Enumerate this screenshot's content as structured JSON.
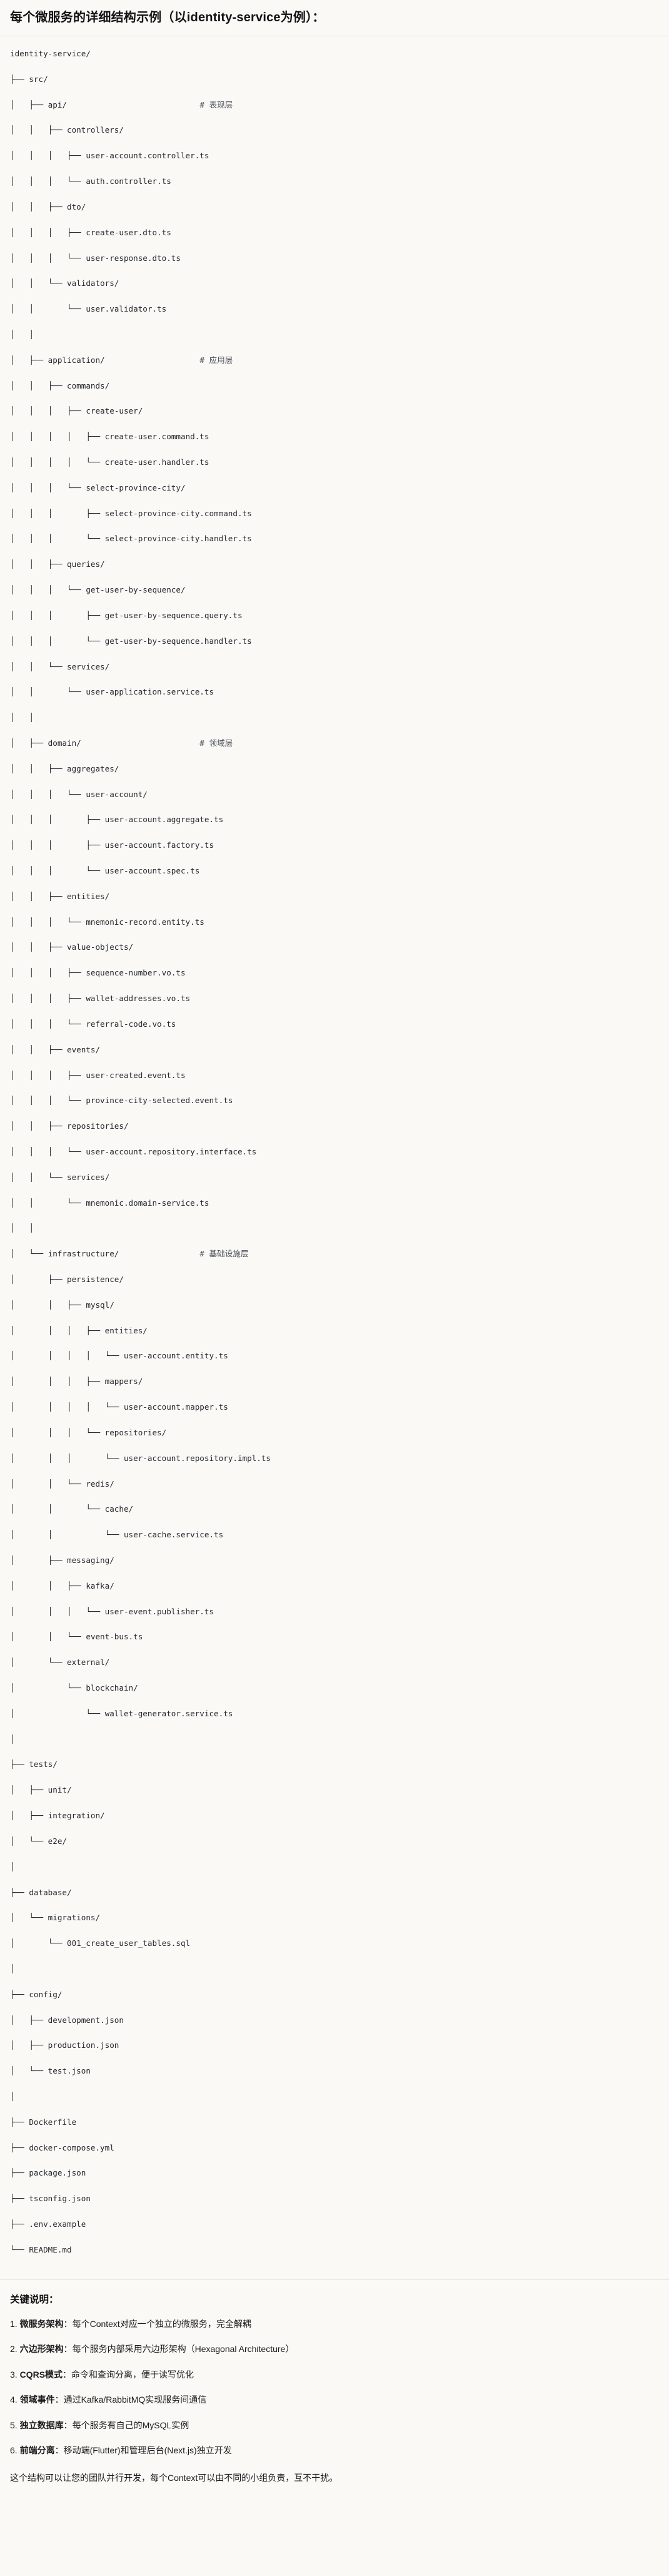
{
  "heading": "每个微服务的详细结构示例（以identity-service为例）：",
  "tree": {
    "lines": [
      {
        "text": "identity-service/",
        "comment": ""
      },
      {
        "text": "├── src/",
        "comment": ""
      },
      {
        "text": "│   ├── api/",
        "comment": "# 表现层"
      },
      {
        "text": "│   │   ├── controllers/",
        "comment": ""
      },
      {
        "text": "│   │   │   ├── user-account.controller.ts",
        "comment": ""
      },
      {
        "text": "│   │   │   └── auth.controller.ts",
        "comment": ""
      },
      {
        "text": "│   │   ├── dto/",
        "comment": ""
      },
      {
        "text": "│   │   │   ├── create-user.dto.ts",
        "comment": ""
      },
      {
        "text": "│   │   │   └── user-response.dto.ts",
        "comment": ""
      },
      {
        "text": "│   │   └── validators/",
        "comment": ""
      },
      {
        "text": "│   │       └── user.validator.ts",
        "comment": ""
      },
      {
        "text": "│   │",
        "comment": ""
      },
      {
        "text": "│   ├── application/",
        "comment": "# 应用层"
      },
      {
        "text": "│   │   ├── commands/",
        "comment": ""
      },
      {
        "text": "│   │   │   ├── create-user/",
        "comment": ""
      },
      {
        "text": "│   │   │   │   ├── create-user.command.ts",
        "comment": ""
      },
      {
        "text": "│   │   │   │   └── create-user.handler.ts",
        "comment": ""
      },
      {
        "text": "│   │   │   └── select-province-city/",
        "comment": ""
      },
      {
        "text": "│   │   │       ├── select-province-city.command.ts",
        "comment": ""
      },
      {
        "text": "│   │   │       └── select-province-city.handler.ts",
        "comment": ""
      },
      {
        "text": "│   │   ├── queries/",
        "comment": ""
      },
      {
        "text": "│   │   │   └── get-user-by-sequence/",
        "comment": ""
      },
      {
        "text": "│   │   │       ├── get-user-by-sequence.query.ts",
        "comment": ""
      },
      {
        "text": "│   │   │       └── get-user-by-sequence.handler.ts",
        "comment": ""
      },
      {
        "text": "│   │   └── services/",
        "comment": ""
      },
      {
        "text": "│   │       └── user-application.service.ts",
        "comment": ""
      },
      {
        "text": "│   │",
        "comment": ""
      },
      {
        "text": "│   ├── domain/",
        "comment": "# 领域层"
      },
      {
        "text": "│   │   ├── aggregates/",
        "comment": ""
      },
      {
        "text": "│   │   │   └── user-account/",
        "comment": ""
      },
      {
        "text": "│   │   │       ├── user-account.aggregate.ts",
        "comment": ""
      },
      {
        "text": "│   │   │       ├── user-account.factory.ts",
        "comment": ""
      },
      {
        "text": "│   │   │       └── user-account.spec.ts",
        "comment": ""
      },
      {
        "text": "│   │   ├── entities/",
        "comment": ""
      },
      {
        "text": "│   │   │   └── mnemonic-record.entity.ts",
        "comment": ""
      },
      {
        "text": "│   │   ├── value-objects/",
        "comment": ""
      },
      {
        "text": "│   │   │   ├── sequence-number.vo.ts",
        "comment": ""
      },
      {
        "text": "│   │   │   ├── wallet-addresses.vo.ts",
        "comment": ""
      },
      {
        "text": "│   │   │   └── referral-code.vo.ts",
        "comment": ""
      },
      {
        "text": "│   │   ├── events/",
        "comment": ""
      },
      {
        "text": "│   │   │   ├── user-created.event.ts",
        "comment": ""
      },
      {
        "text": "│   │   │   └── province-city-selected.event.ts",
        "comment": ""
      },
      {
        "text": "│   │   ├── repositories/",
        "comment": ""
      },
      {
        "text": "│   │   │   └── user-account.repository.interface.ts",
        "comment": ""
      },
      {
        "text": "│   │   └── services/",
        "comment": ""
      },
      {
        "text": "│   │       └── mnemonic.domain-service.ts",
        "comment": ""
      },
      {
        "text": "│   │",
        "comment": ""
      },
      {
        "text": "│   └── infrastructure/",
        "comment": "# 基础设施层"
      },
      {
        "text": "│       ├── persistence/",
        "comment": ""
      },
      {
        "text": "│       │   ├── mysql/",
        "comment": ""
      },
      {
        "text": "│       │   │   ├── entities/",
        "comment": ""
      },
      {
        "text": "│       │   │   │   └── user-account.entity.ts",
        "comment": ""
      },
      {
        "text": "│       │   │   ├── mappers/",
        "comment": ""
      },
      {
        "text": "│       │   │   │   └── user-account.mapper.ts",
        "comment": ""
      },
      {
        "text": "│       │   │   └── repositories/",
        "comment": ""
      },
      {
        "text": "│       │   │       └── user-account.repository.impl.ts",
        "comment": ""
      },
      {
        "text": "│       │   └── redis/",
        "comment": ""
      },
      {
        "text": "│       │       └── cache/",
        "comment": ""
      },
      {
        "text": "│       │           └── user-cache.service.ts",
        "comment": ""
      },
      {
        "text": "│       ├── messaging/",
        "comment": ""
      },
      {
        "text": "│       │   ├── kafka/",
        "comment": ""
      },
      {
        "text": "│       │   │   └── user-event.publisher.ts",
        "comment": ""
      },
      {
        "text": "│       │   └── event-bus.ts",
        "comment": ""
      },
      {
        "text": "│       └── external/",
        "comment": ""
      },
      {
        "text": "│           └── blockchain/",
        "comment": ""
      },
      {
        "text": "│               └── wallet-generator.service.ts",
        "comment": ""
      },
      {
        "text": "│",
        "comment": ""
      },
      {
        "text": "├── tests/",
        "comment": ""
      },
      {
        "text": "│   ├── unit/",
        "comment": ""
      },
      {
        "text": "│   ├── integration/",
        "comment": ""
      },
      {
        "text": "│   └── e2e/",
        "comment": ""
      },
      {
        "text": "│",
        "comment": ""
      },
      {
        "text": "├── database/",
        "comment": ""
      },
      {
        "text": "│   └── migrations/",
        "comment": ""
      },
      {
        "text": "│       └── 001_create_user_tables.sql",
        "comment": ""
      },
      {
        "text": "│",
        "comment": ""
      },
      {
        "text": "├── config/",
        "comment": ""
      },
      {
        "text": "│   ├── development.json",
        "comment": ""
      },
      {
        "text": "│   ├── production.json",
        "comment": ""
      },
      {
        "text": "│   └── test.json",
        "comment": ""
      },
      {
        "text": "│",
        "comment": ""
      },
      {
        "text": "├── Dockerfile",
        "comment": ""
      },
      {
        "text": "├── docker-compose.yml",
        "comment": ""
      },
      {
        "text": "├── package.json",
        "comment": ""
      },
      {
        "text": "├── tsconfig.json",
        "comment": ""
      },
      {
        "text": "├── .env.example",
        "comment": ""
      },
      {
        "text": "└── README.md",
        "comment": ""
      }
    ],
    "comment_column": 40
  },
  "notes": {
    "title": "关键说明：",
    "items": [
      {
        "index": "1.",
        "term": "微服务架构",
        "sep": "：",
        "desc": "每个Context对应一个独立的微服务，完全解耦"
      },
      {
        "index": "2.",
        "term": "六边形架构",
        "sep": "：",
        "desc": "每个服务内部采用六边形架构（Hexagonal Architecture）"
      },
      {
        "index": "3.",
        "term": "CQRS模式",
        "sep": "：",
        "desc": "命令和查询分离，便于读写优化"
      },
      {
        "index": "4.",
        "term": "领域事件",
        "sep": "：",
        "desc": "通过Kafka/RabbitMQ实现服务间通信"
      },
      {
        "index": "5.",
        "term": "独立数据库",
        "sep": "：",
        "desc": "每个服务有自己的MySQL实例"
      },
      {
        "index": "6.",
        "term": "前端分离",
        "sep": "：",
        "desc": "移动端(Flutter)和管理后台(Next.js)独立开发"
      }
    ],
    "closing": "这个结构可以让您的团队并行开发，每个Context可以由不同的小组负责，互不干扰。"
  },
  "colors": {
    "background": "#faf9f6",
    "text": "#1a1a1a",
    "comment": "#4b5059",
    "rule": "#e5e3dd"
  }
}
